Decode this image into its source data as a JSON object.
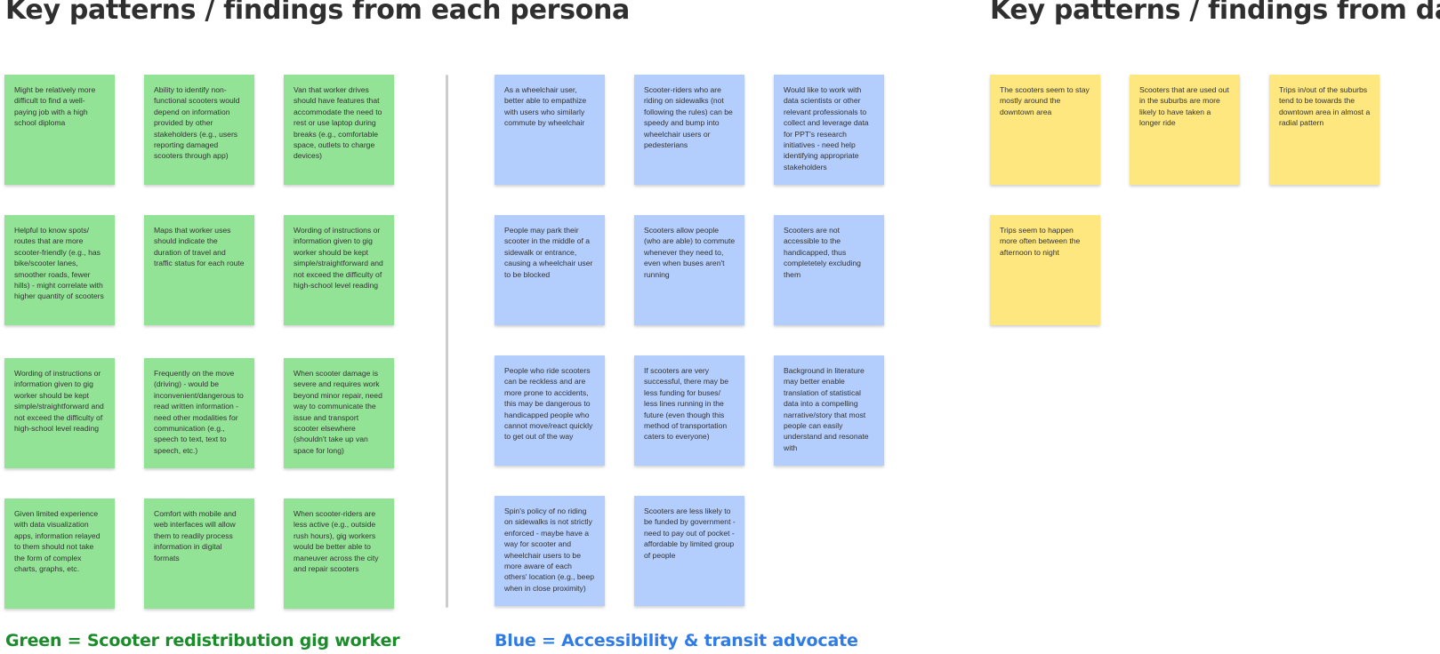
{
  "headings": {
    "persona": "Key patterns / findings from each persona",
    "data": "Key patterns / findings from data"
  },
  "legend": {
    "green": "Green = Scooter redistribution gig worker",
    "blue": "Blue = Accessibility & transit advocate"
  },
  "colors": {
    "green_note": "#93e396",
    "blue_note": "#b3cdfc",
    "yellow_note": "#fde77e",
    "green_legend": "#1b8c2a",
    "blue_legend": "#2f7be8"
  },
  "green_notes": [
    "Might be relatively more difficult to find a well-paying job with a high school diploma",
    "Ability to identify non-functional scooters would depend on information provided by other stakeholders (e.g., users reporting damaged scooters through app)",
    "Van that worker drives should have features that accommodate the need to rest or use laptop during breaks (e.g., comfortable space, outlets to charge devices)",
    "Helpful to know spots/ routes that are more scooter-friendly (e.g., has bike/scooter lanes, smoother roads, fewer hills) - might correlate with higher quantity of scooters",
    "Maps that worker uses should indicate the duration of travel and traffic status for each route",
    "Wording of instructions or information given to gig worker should be kept simple/straightforward and not exceed the difficulty of high-school level reading",
    "Wording of instructions or information given to gig worker should be kept simple/straightforward and not exceed the difficulty of high-school level reading",
    "Frequently on the move (driving) - would be inconvenient/dangerous to read written information - need other modalities for communication (e.g., speech to text, text to speech, etc.)",
    "When scooter damage is severe and requires work beyond minor repair, need way to communicate the issue and transport scooter elsewhere (shouldn't take up van space for long)",
    "Given limited experience with data visualization apps, information relayed to them should not take the form of complex charts, graphs, etc.",
    "Comfort with mobile and web interfaces will allow them to readily process information in digital formats",
    "When scooter-riders are less active (e.g., outside rush hours), gig workers would be better able to maneuver across the city and repair scooters"
  ],
  "blue_notes": [
    "As a wheelchair user, better able to empathize with users who similarly commute by wheelchair",
    "Scooter-riders who are riding on sidewalks (not following the rules) can be speedy and bump into wheelchair users or pedesterians",
    "Would like to work with data scientists or other relevant professionals to collect and leverage data for PPT's research initiatives - need help identifying appropriate stakeholders",
    "People may park their scooter in the middle of a sidewalk or entrance, causing a wheelchair user to be blocked",
    "Scooters allow people (who are able) to commute whenever they need to, even when buses aren't running",
    "Scooters are not accessible to the handicapped, thus completetely excluding them",
    "People who ride scooters can be reckless and are more prone to accidents, this may be dangerous to handicapped people who cannot move/react quickly to get out of the way",
    "If scooters are very successful, there may be less funding for buses/ less lines running in the future (even though this method of transportation caters to everyone)",
    "Background in literature may better enable translation of statistical data into a compelling narrative/story that most people can easily understand and resonate with",
    "Spin's policy of no riding on sidewalks is not strictly enforced - maybe have a way for scooter and wheelchair users to be more aware of each others' location (e.g., beep when in close proximity)",
    "Scooters are less likely to be funded by government - need to pay out of pocket - affordable by limited group of people"
  ],
  "yellow_notes": [
    "The scooters seem to stay mostly around the downtown area",
    "Scooters that are used out in the suburbs are more likely to have taken a longer ride",
    "Trips in/out of the suburbs tend to be towards the downtown area in almost a radial pattern",
    "Trips seem to happen more often between the afternoon to night"
  ]
}
